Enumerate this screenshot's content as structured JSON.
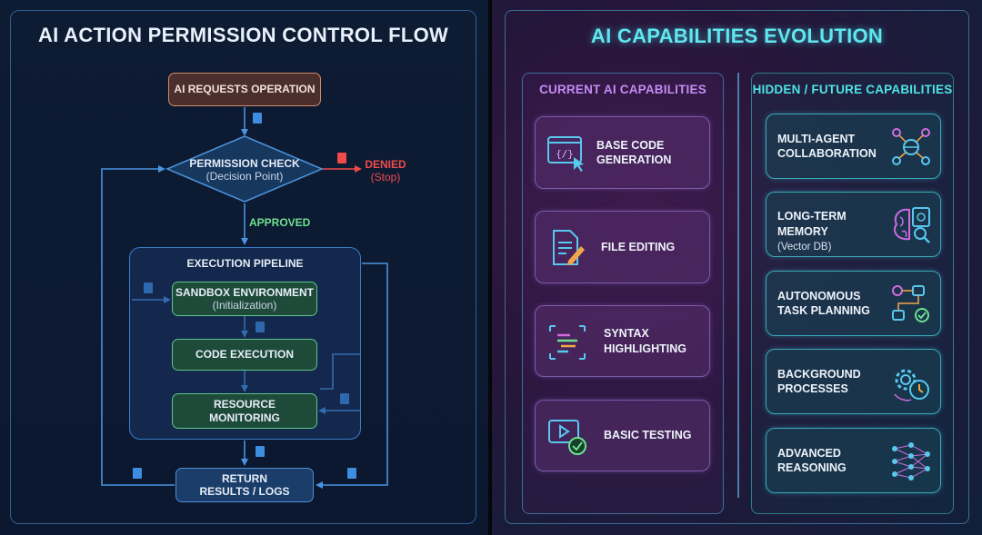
{
  "left": {
    "title": "AI ACTION PERMISSION CONTROL FLOW",
    "start": "AI REQUESTS OPERATION",
    "decision": {
      "title": "PERMISSION CHECK",
      "subtitle": "(Decision Point)"
    },
    "denied": {
      "label": "DENIED",
      "sub": "(Stop)"
    },
    "approved": "APPROVED",
    "pipeline": {
      "title": "EXECUTION PIPELINE",
      "sandbox": {
        "title": "SANDBOX ENVIRONMENT",
        "subtitle": "(Initialization)"
      },
      "execution": "CODE EXECUTION",
      "monitoring": {
        "line1": "RESOURCE",
        "line2": "MONITORING"
      }
    },
    "return": {
      "line1": "RETURN",
      "line2": "RESULTS / LOGS"
    }
  },
  "right": {
    "title": "AI CAPABILITIES EVOLUTION",
    "current": {
      "title": "CURRENT AI CAPABILITIES",
      "items": [
        {
          "label": "BASE CODE\nGENERATION",
          "icon": "code-window-icon"
        },
        {
          "label": "FILE EDITING",
          "icon": "file-pencil-icon"
        },
        {
          "label": "SYNTAX\nHIGHLIGHTING",
          "icon": "syntax-lines-icon"
        },
        {
          "label": "BASIC TESTING",
          "icon": "play-check-icon"
        }
      ]
    },
    "hidden": {
      "title": "HIDDEN / FUTURE CAPABILITIES",
      "items": [
        {
          "label": "MULTI-AGENT\nCOLLABORATION",
          "sub": "",
          "icon": "agents-network-icon"
        },
        {
          "label": "LONG-TERM\nMEMORY",
          "sub": "(Vector DB)",
          "icon": "brain-database-icon"
        },
        {
          "label": "AUTONOMOUS\nTASK PLANNING",
          "sub": "",
          "icon": "task-flow-icon"
        },
        {
          "label": "BACKGROUND\nPROCESSES",
          "sub": "",
          "icon": "gear-clock-icon"
        },
        {
          "label": "ADVANCED\nREASONING",
          "sub": "",
          "icon": "neural-network-icon"
        }
      ]
    }
  },
  "colors": {
    "denied": "#f04b4b",
    "approved": "#6fe08f",
    "flow_line": "#4a93e0",
    "current_title": "#c58bf2",
    "hidden_title": "#4fe3e6"
  }
}
